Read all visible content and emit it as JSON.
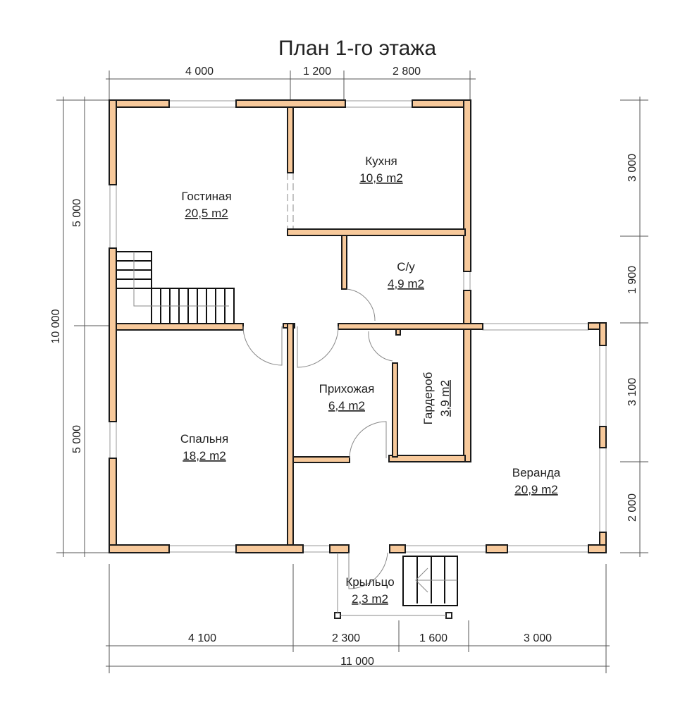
{
  "title": "План 1-го этажа",
  "rooms": [
    {
      "name": "Гостиная",
      "area": "20,5 m2"
    },
    {
      "name": "Кухня",
      "area": "10,6 m2"
    },
    {
      "name": "С/у",
      "area": "4,9 m2"
    },
    {
      "name": "Прихожая",
      "area": "6,4 m2"
    },
    {
      "name": "Гардероб",
      "area": "3,9 m2"
    },
    {
      "name": "Спальня",
      "area": "18,2 m2"
    },
    {
      "name": "Веранда",
      "area": "20,9 m2"
    },
    {
      "name": "Крыльцо",
      "area": "2,3 m2"
    }
  ],
  "dimensions": {
    "top": [
      "4 000",
      "1 200",
      "2 800"
    ],
    "left": [
      "5 000",
      "5 000"
    ],
    "left_total": "10 000",
    "right": [
      "3 000",
      "1 900",
      "3 100",
      "2 000"
    ],
    "bottom": [
      "4 100",
      "2 300",
      "1 600",
      "3 000"
    ],
    "bottom_total": "11 000"
  },
  "colors": {
    "wall": "#f7c99b",
    "outline": "#1a1a1a"
  }
}
